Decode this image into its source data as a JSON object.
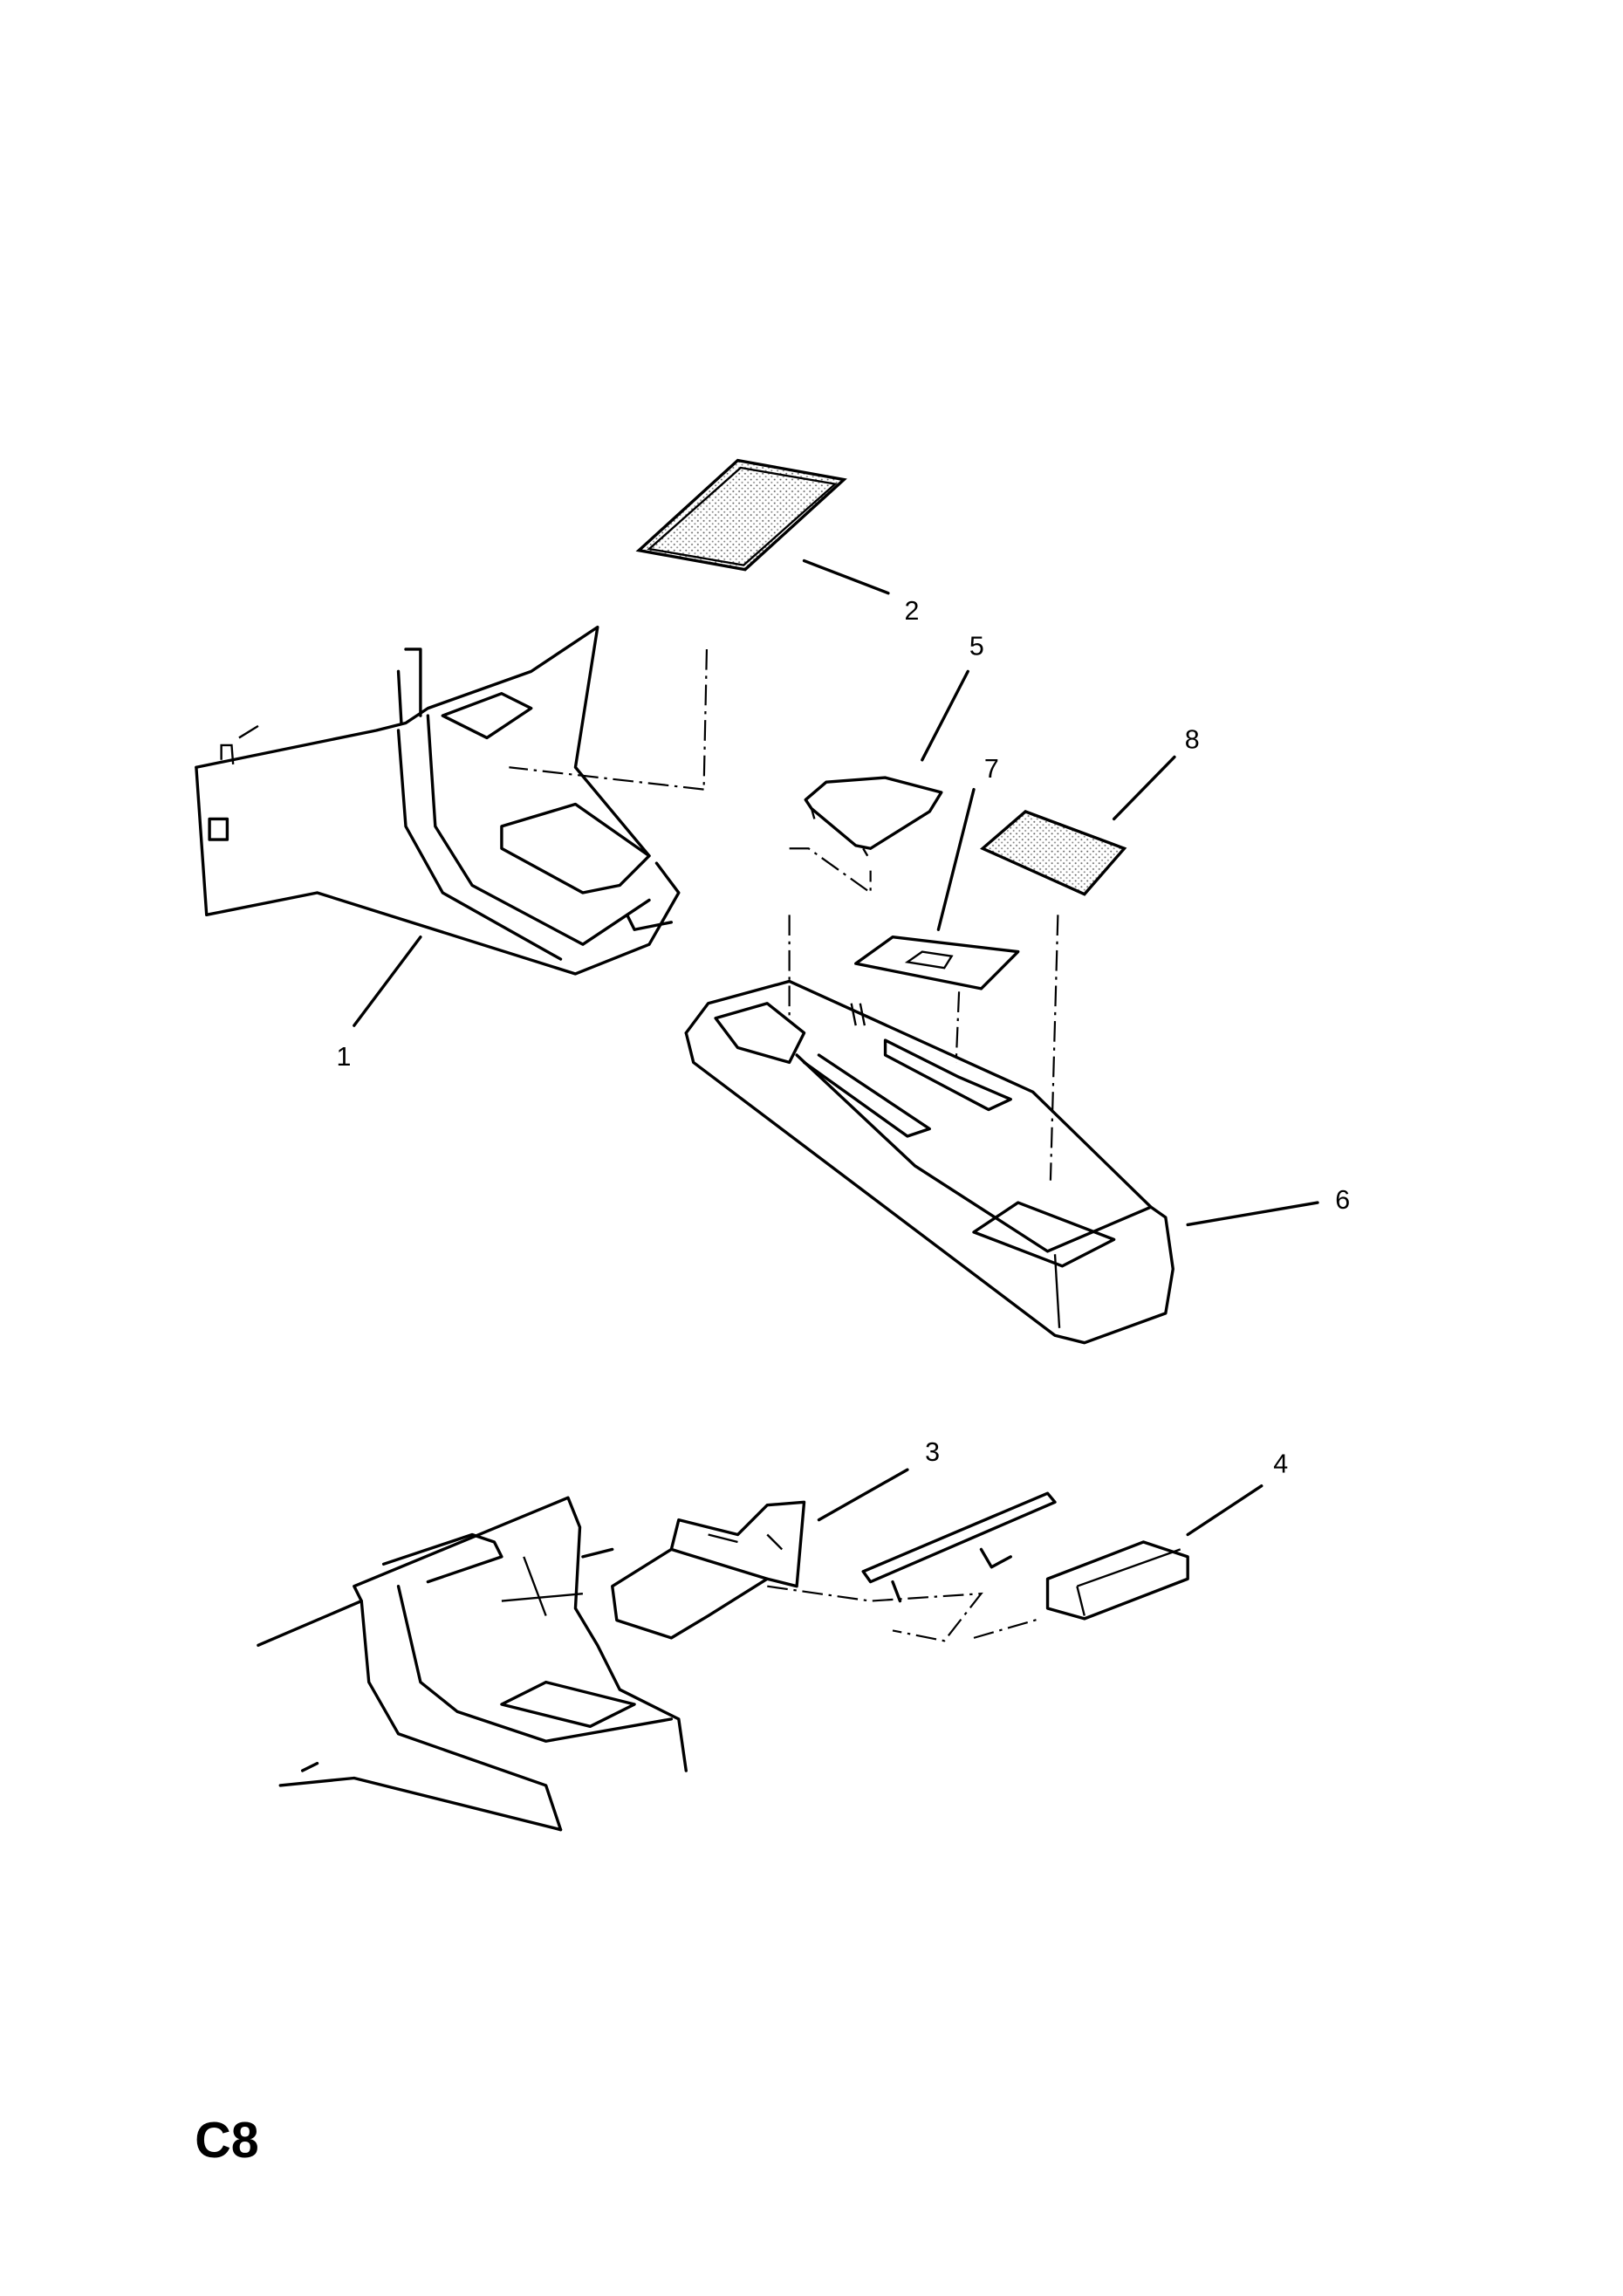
{
  "diagram": {
    "page_code": "C8",
    "callouts": [
      "1",
      "2",
      "3",
      "4",
      "5",
      "6",
      "7",
      "8"
    ]
  }
}
